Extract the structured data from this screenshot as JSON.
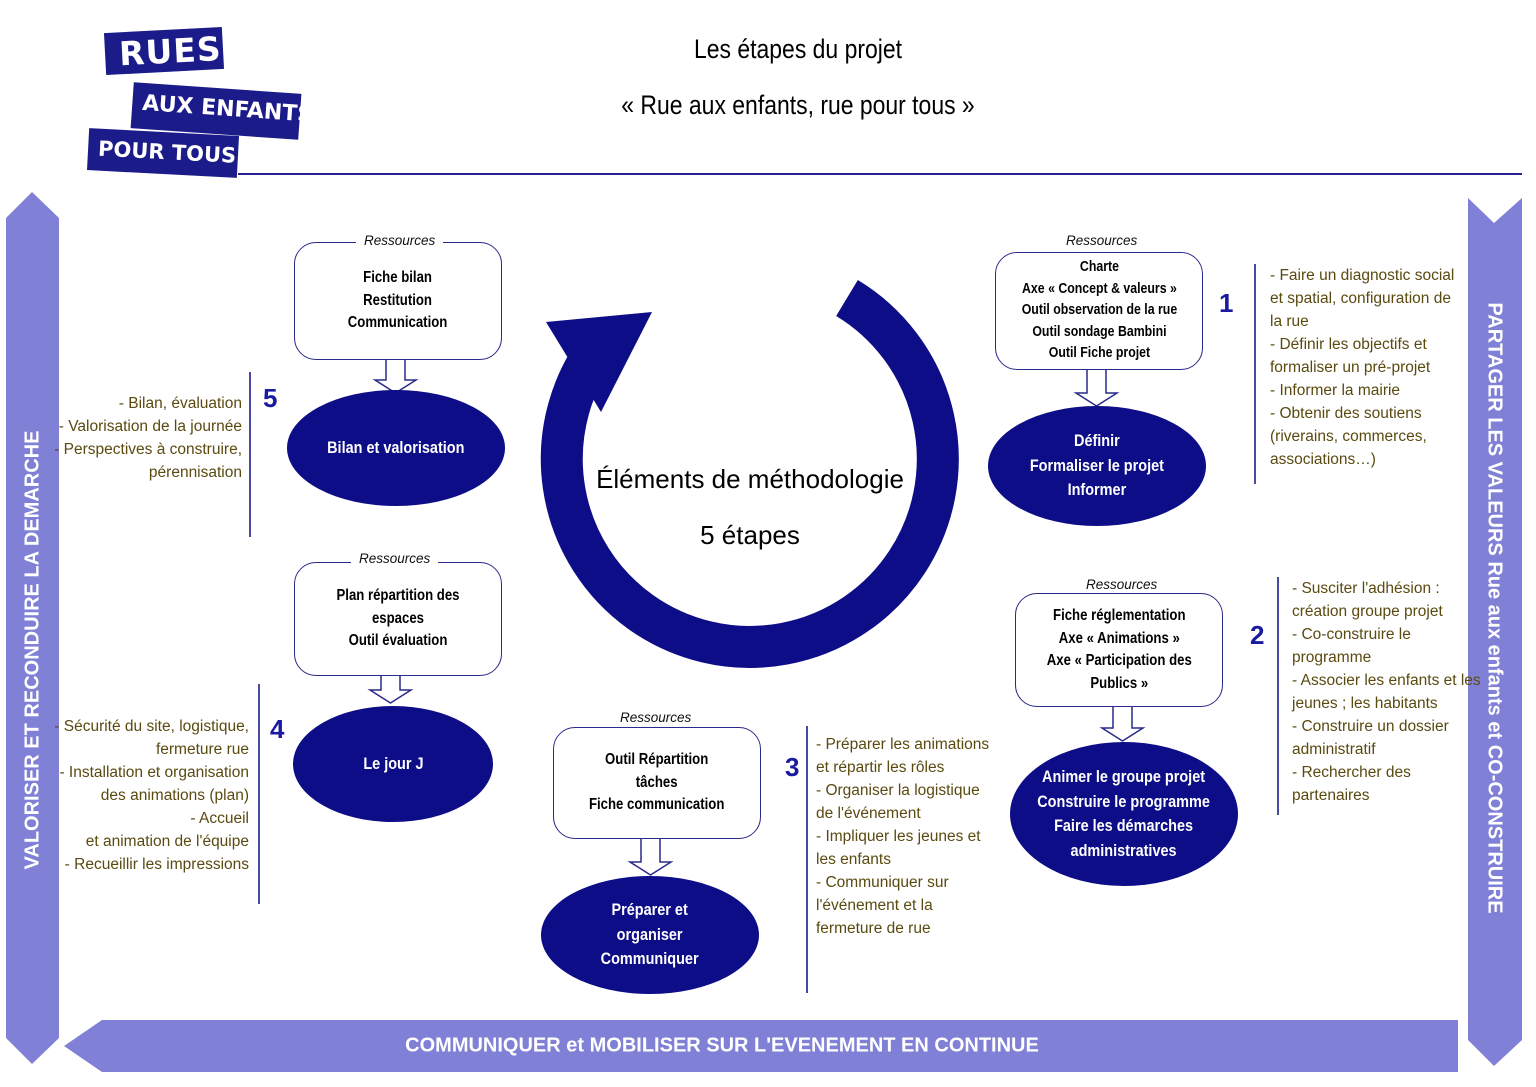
{
  "logo": {
    "line1": "RUES",
    "line2": "AUX ENFANTS",
    "line3": "POUR TOUS !"
  },
  "title": {
    "line1": "Les étapes du projet",
    "line2": "« Rue aux enfants, rue pour tous »"
  },
  "center": {
    "line1": "Éléments de méthodologie",
    "line2": "5 étapes"
  },
  "sides": {
    "left": "VALORISER ET RECONDUIRE LA DEMARCHE",
    "right": "PARTAGER LES VALEURS Rue aux enfants et CO-CONSTRUIRE",
    "bottom": "COMMUNIQUER et MOBILISER SUR L'EVENEMENT EN CONTINUE"
  },
  "colors": {
    "navy": "#0d0d87",
    "band": "#8080d6",
    "task_text": "#5a4a10",
    "number": "#1a1aa0"
  },
  "resources_label": "Ressources",
  "steps": [
    {
      "number": "1",
      "resources": [
        "Charte",
        "Axe « Concept & valeurs »",
        "Outil observation de la rue",
        "Outil sondage Bambini",
        "Outil Fiche projet"
      ],
      "ellipse": [
        "Définir",
        "Formaliser le projet",
        "Informer"
      ],
      "tasks": [
        "- Faire un diagnostic social",
        "et spatial, configuration de",
        "la rue",
        "- Définir les objectifs et",
        "formaliser un pré-projet",
        "- Informer la mairie",
        "- Obtenir des soutiens",
        "(riverains, commerces,",
        "associations…)"
      ]
    },
    {
      "number": "2",
      "resources": [
        "Fiche réglementation",
        "Axe « Animations »",
        "Axe « Participation des",
        "Publics »"
      ],
      "ellipse": [
        "Animer le groupe projet",
        "Construire le programme",
        "Faire les démarches",
        "administratives"
      ],
      "tasks": [
        "- Susciter l'adhésion :",
        "création groupe projet",
        "- Co-construire le",
        "programme",
        "- Associer les enfants et les",
        "jeunes ; les habitants",
        "- Construire un dossier",
        "administratif",
        "- Rechercher des",
        "partenaires"
      ]
    },
    {
      "number": "3",
      "resources": [
        "Outil Répartition",
        "tâches",
        "Fiche communication"
      ],
      "ellipse": [
        "Préparer et",
        "organiser",
        "Communiquer"
      ],
      "tasks": [
        "- Préparer les animations",
        "et répartir les rôles",
        "- Organiser la logistique",
        "de l'événement",
        "- Impliquer les jeunes et",
        "les enfants",
        "- Communiquer sur",
        "l'événement et la",
        "fermeture de rue"
      ]
    },
    {
      "number": "4",
      "resources": [
        "Plan répartition des espaces",
        "Outil évaluation"
      ],
      "ellipse": [
        "Le jour J"
      ],
      "tasks": [
        "- Sécurité du site, logistique,",
        "fermeture rue",
        "-  Installation et organisation",
        "des animations (plan)",
        "-   Accueil",
        "et animation de l'équipe",
        "- Recueillir les impressions"
      ]
    },
    {
      "number": "5",
      "resources": [
        "Fiche bilan",
        "Restitution",
        "Communication"
      ],
      "ellipse": [
        "Bilan et valorisation"
      ],
      "tasks": [
        "- Bilan, évaluation",
        "- Valorisation de la journée",
        "- Perspectives à construire,",
        "pérennisation"
      ]
    }
  ]
}
